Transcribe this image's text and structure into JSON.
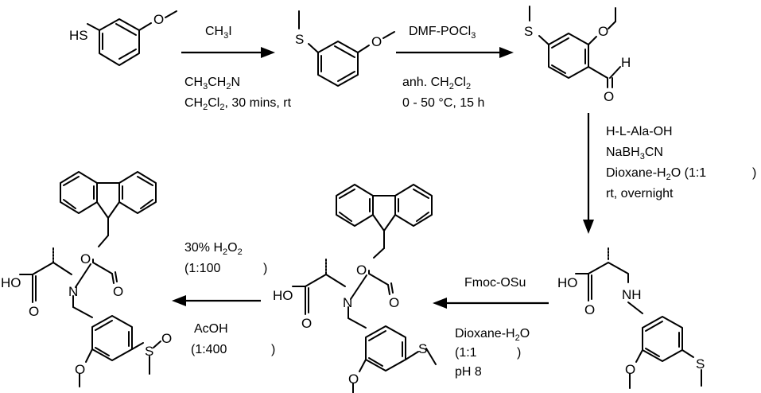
{
  "atoms": {
    "hs": "HS",
    "o": "O",
    "s": "S",
    "h": "H",
    "nh": "NH",
    "n": "N",
    "ho": "HO"
  },
  "step1": {
    "reagent_main": "CH",
    "reagent_sub": "3",
    "reagent_tail": "I",
    "line1_a": "CH",
    "line1_b": "3",
    "line1_c": "CH",
    "line1_d": "2",
    "line1_e": "N",
    "line2_a": "CH",
    "line2_b": "2",
    "line2_c": "Cl",
    "line2_d": "2",
    "line2_e": ", 30 mins, rt"
  },
  "step2": {
    "reagent_a": "DMF-POCl",
    "reagent_b": "3",
    "line1_a": "anh. CH",
    "line1_b": "2",
    "line1_c": "Cl",
    "line1_d": "2",
    "line2": "0 - 50 °C, 15 h"
  },
  "step3": {
    "line1": "H-L-Ala-OH",
    "line2_a": "NaBH",
    "line2_b": "3",
    "line2_c": "CN",
    "line3_a": "Dioxane-H",
    "line3_b": "2",
    "line3_c": "O (1:1",
    "line3_d": ")",
    "line4": "rt, overnight"
  },
  "step4": {
    "reagent": "Fmoc-OSu",
    "line1_a": "Dioxane-H",
    "line1_b": "2",
    "line1_c": "O",
    "line2_a": "(1:1",
    "line2_b": ")",
    "line3": "pH 8"
  },
  "step5": {
    "line1_a": "30% H",
    "line1_b": "2",
    "line1_c": "O",
    "line1_d": "2",
    "line2_a": "(1:100",
    "line2_b": ")",
    "line3": "AcOH",
    "line4_a": "(1:400",
    "line4_b": ")"
  }
}
